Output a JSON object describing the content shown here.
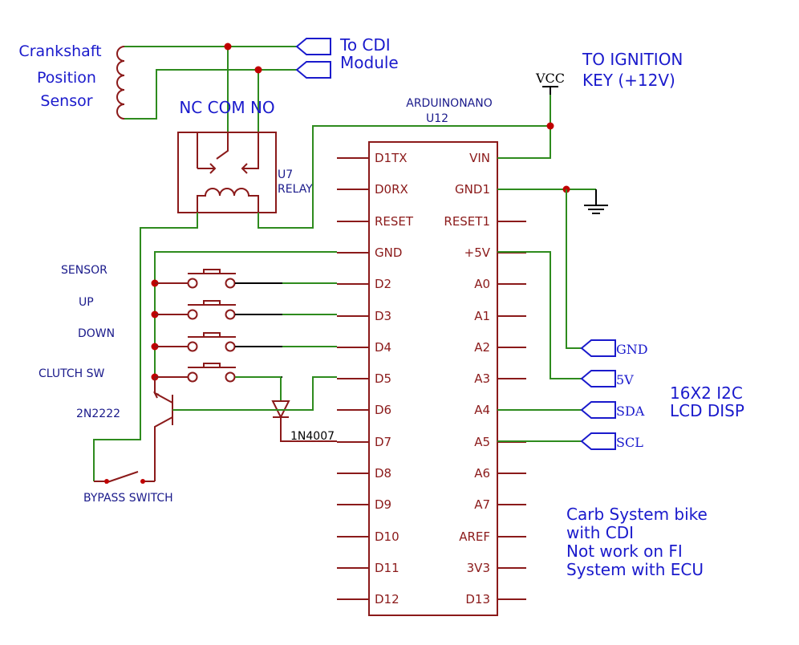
{
  "arduino": {
    "ref": "U12",
    "name": "ARDUINONANO",
    "left_pins": [
      "D1TX",
      "D0RX",
      "RESET",
      "GND",
      "D2",
      "D3",
      "D4",
      "D5",
      "D6",
      "D7",
      "D8",
      "D9",
      "D10",
      "D11",
      "D12"
    ],
    "right_pins": [
      "VIN",
      "GND1",
      "RESET1",
      "+5V",
      "A0",
      "A1",
      "A2",
      "A3",
      "A4",
      "A5",
      "A6",
      "A7",
      "AREF",
      "3V3",
      "D13"
    ]
  },
  "sensor": {
    "line1": "Crankshaft",
    "line2": "Position",
    "line3": "Sensor"
  },
  "cdi": {
    "line1": "To CDI",
    "line2": "Module"
  },
  "ignition": {
    "line1": "TO IGNITION",
    "line2": "KEY (+12V)",
    "vcc": "VCC"
  },
  "relay": {
    "ref": "U7",
    "name": "RELAY",
    "contacts": "NC COM NO"
  },
  "buttons": [
    "SENSOR",
    "UP",
    "DOWN",
    "CLUTCH SW"
  ],
  "transistor": "2N2222",
  "diode": "1N4007",
  "bypass": "BYPASS SWITCH",
  "lcd": {
    "flags": [
      "GND",
      "5V",
      "SDA",
      "SCL"
    ],
    "line1": "16X2 I2C",
    "line2": "LCD DISP"
  },
  "note": [
    "Carb System bike",
    "with CDI",
    "Not work on FI",
    "System with ECU"
  ]
}
